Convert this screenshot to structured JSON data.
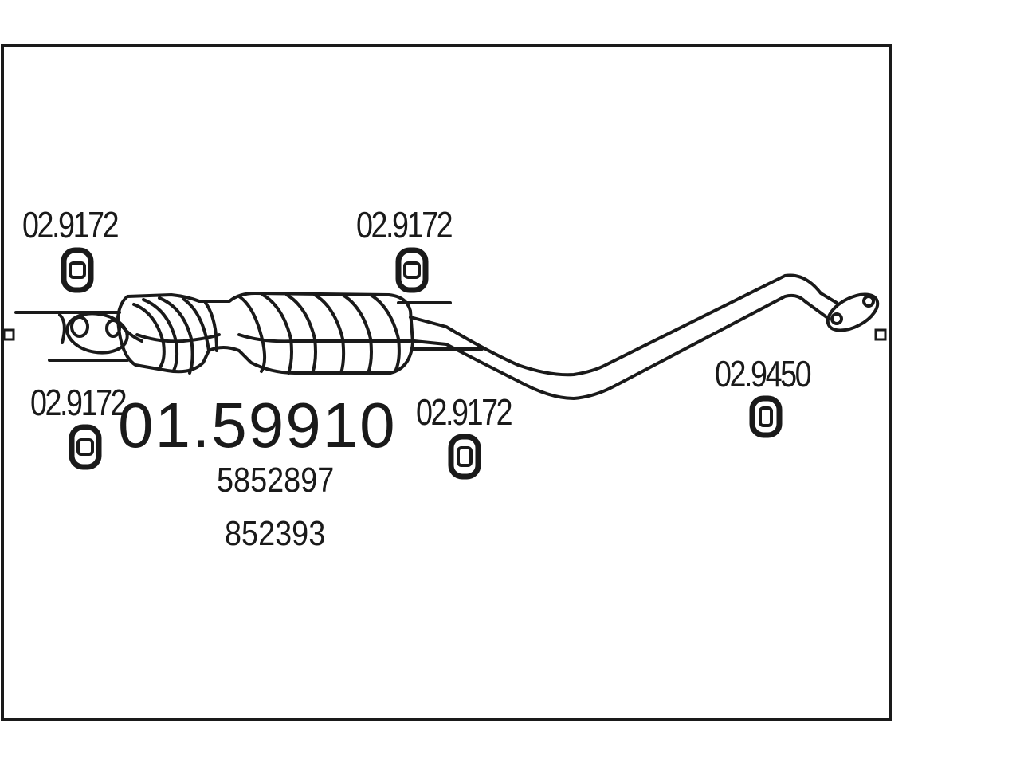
{
  "main_part_number": "01.59910",
  "oem_numbers": [
    "5852897",
    "852393"
  ],
  "hanger_labels": {
    "top_left": "02.9172",
    "top_center": "02.9172",
    "bottom_left": "02.9172",
    "bottom_center": "02.9172",
    "right": "02.9450"
  },
  "line_color": "#1a1a1a",
  "background_color": "#ffffff"
}
